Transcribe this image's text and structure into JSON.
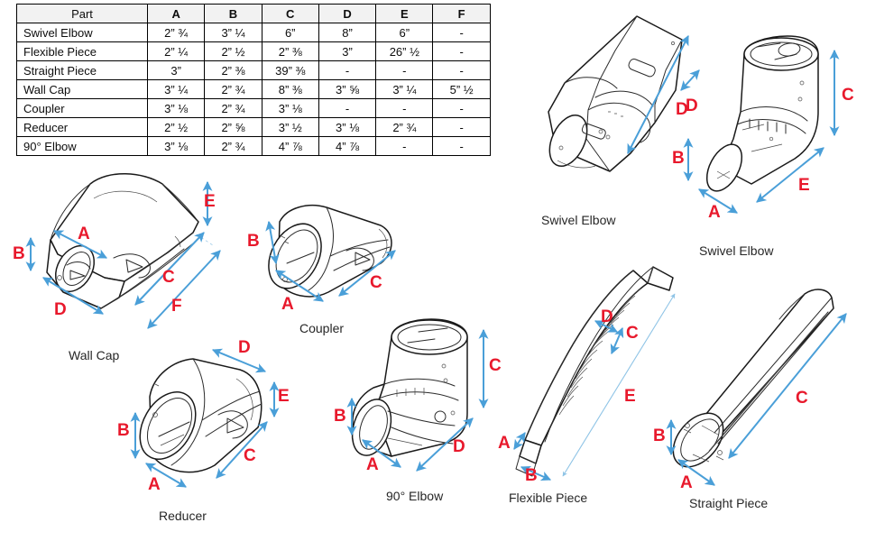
{
  "table": {
    "headers": [
      "Part",
      "A",
      "B",
      "C",
      "D",
      "E",
      "F"
    ],
    "rows": [
      {
        "part": "Swivel Elbow",
        "A": "2” ¾",
        "B": "3” ¼",
        "C": "6”",
        "D": "8”",
        "E": "6”",
        "F": "-"
      },
      {
        "part": "Flexible Piece",
        "A": "2” ¼",
        "B": "2” ½",
        "C": "2” ⅜",
        "D": "3”",
        "E": "26” ½",
        "F": "-"
      },
      {
        "part": "Straight Piece",
        "A": "3”",
        "B": "2” ⅜",
        "C": "39” ⅜",
        "D": "-",
        "E": "-",
        "F": "-"
      },
      {
        "part": "Wall Cap",
        "A": "3” ¼",
        "B": "2” ¾",
        "C": "8” ⅜",
        "D": "3” ⅝",
        "E": "3” ¼",
        "F": "5” ½"
      },
      {
        "part": "Coupler",
        "A": "3” ⅛",
        "B": "2” ¾",
        "C": "3” ⅛",
        "D": "-",
        "E": "-",
        "F": "-"
      },
      {
        "part": "Reducer",
        "A": "2” ½",
        "B": "2” ⅝",
        "C": "3” ½",
        "D": "3” ⅛",
        "E": "2” ¾",
        "F": "-"
      },
      {
        "part": "90° Elbow",
        "A": "3” ⅛",
        "B": "2” ¾",
        "C": "4” ⅞",
        "D": "4” ⅞",
        "E": "-",
        "F": "-"
      }
    ]
  },
  "colors": {
    "dimension_label": "#e8192c",
    "dimension_arrow": "#4a9fd8",
    "outline": "#1a1a1a",
    "header_fill": "#f2f2f2"
  },
  "figures": {
    "swivel_elbow_left": {
      "caption": "Swivel Elbow",
      "labels": {
        "b": "B",
        "d": "D"
      }
    },
    "swivel_elbow_right": {
      "caption": "Swivel Elbow",
      "labels": {
        "a": "A",
        "b": "B",
        "c": "C",
        "d": "D",
        "e": "E"
      }
    },
    "wall_cap": {
      "caption": "Wall Cap",
      "labels": {
        "a": "A",
        "b": "B",
        "c": "C",
        "d": "D",
        "e": "E",
        "f": "F"
      }
    },
    "coupler": {
      "caption": "Coupler",
      "labels": {
        "a": "A",
        "b": "B",
        "c": "C"
      }
    },
    "reducer": {
      "caption": "Reducer",
      "labels": {
        "a": "A",
        "b": "B",
        "c": "C",
        "d": "D",
        "e": "E"
      }
    },
    "elbow_90": {
      "caption": "90° Elbow",
      "labels": {
        "a": "A",
        "b": "B",
        "c": "C",
        "d": "D"
      }
    },
    "flexible_piece": {
      "caption": "Flexible Piece",
      "labels": {
        "a": "A",
        "b": "B",
        "c": "C",
        "d": "D",
        "e": "E"
      }
    },
    "straight_piece": {
      "caption": "Straight Piece",
      "labels": {
        "a": "A",
        "b": "B",
        "c": "C"
      }
    }
  }
}
